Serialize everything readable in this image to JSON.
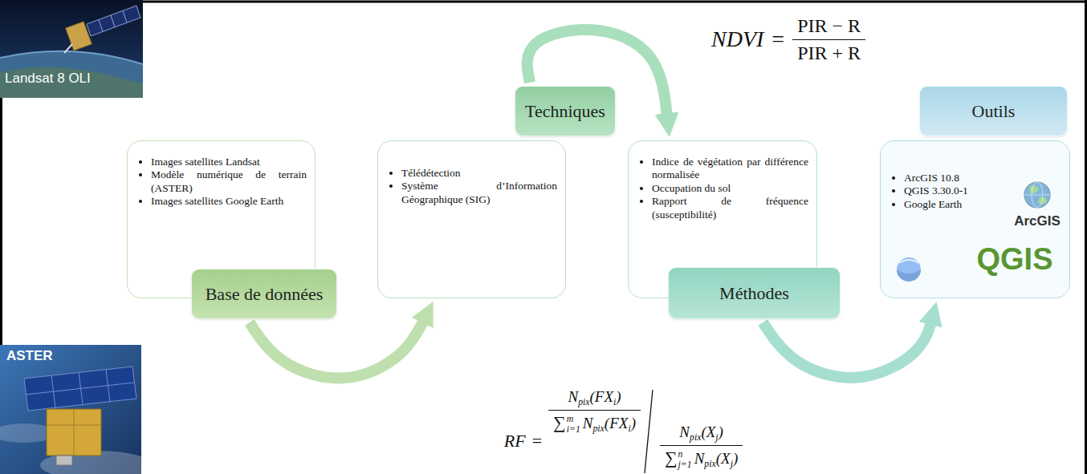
{
  "diagram": {
    "nodes": [
      {
        "text": [
          "Images satellites Landsat",
          "Modèle numérique de terrain (ASTER)",
          "Images satellites Google Earth"
        ]
      },
      {
        "text": [
          "Base de données"
        ]
      },
      {
        "text": [
          "Télédétection",
          "Système d’Information Géographique (SIG)"
        ]
      },
      {
        "text": [
          "Techniques"
        ]
      },
      {
        "text": [
          "Indice de végétation par différence normalisée",
          "Occupation du sol",
          "Rapport de fréquence (susceptibilité)"
        ]
      },
      {
        "text": [
          "Méthodes"
        ]
      },
      {
        "text": [
          "ArcGIS 10.8",
          "QGIS 3.30.0-1",
          "Google Earth"
        ]
      },
      {
        "text": [
          "Outils"
        ]
      }
    ],
    "edges": [
      {
        "from": 1,
        "to": 2,
        "arrow": "to"
      },
      {
        "from": 3,
        "to": 4,
        "arrow": "to"
      },
      {
        "from": 5,
        "to": 6,
        "arrow": "to"
      }
    ],
    "labels": [
      "Landsat 8 OLI",
      "ASTER",
      "NDVI",
      "=",
      "PIR − R",
      "PIR + R",
      "ArcGIS",
      "QGIS",
      "RF",
      "=",
      "N",
      "pix",
      "(FX",
      "i",
      ")",
      "∑",
      "i=1",
      "m",
      "N",
      "pix",
      "(FX",
      "i",
      ")",
      "N",
      "pix",
      "(X",
      "j",
      ")",
      "∑",
      "j=1",
      "n",
      "N",
      "pix",
      "(X",
      "j",
      ")"
    ]
  }
}
